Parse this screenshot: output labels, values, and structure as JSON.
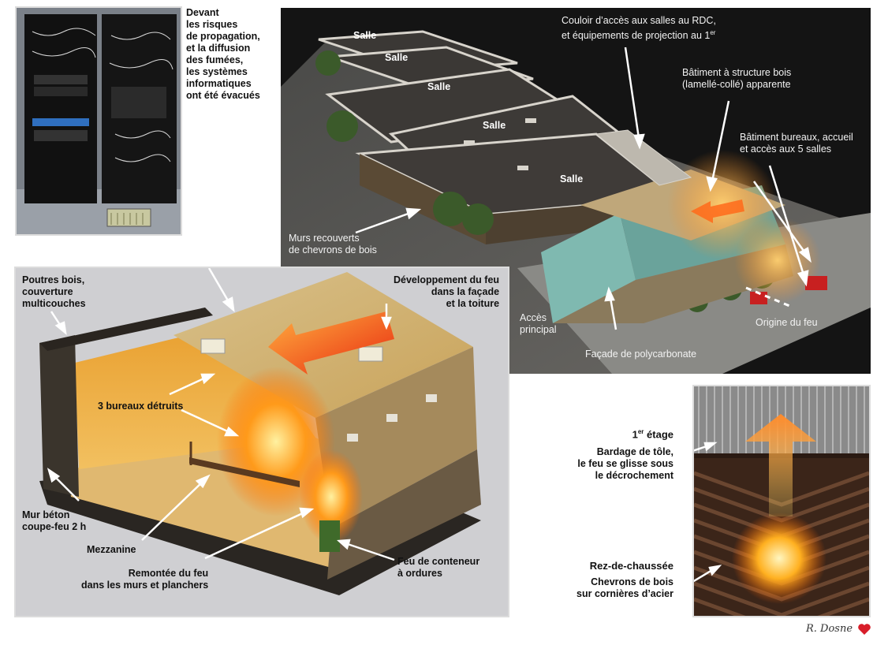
{
  "server_note": [
    "Devant",
    "les risques",
    "de propagation,",
    "et la diffusion",
    "des fumées,",
    "les systèmes",
    "informatiques",
    "ont été évacués"
  ],
  "top_panel": {
    "salle_labels": [
      "Salle",
      "Salle",
      "Salle",
      "Salle",
      "Salle"
    ],
    "corridor_note": [
      "Couloir d’accès aux salles au RDC,",
      "et équipements de projection au 1"
    ],
    "corridor_sup": "er",
    "wood_note": [
      "Bâtiment à  structure bois",
      "(lamellé-collé) apparente"
    ],
    "offices_note": [
      "Bâtiment bureaux, accueil",
      "et accès aux 5 salles"
    ],
    "walls_note": [
      "Murs recouverts",
      "de chevrons de bois"
    ],
    "main_access": [
      "Accès",
      "principal"
    ],
    "facade_note": "Façade de polycarbonate",
    "fire_origin": "Origine du feu"
  },
  "cutaway": {
    "beams_note": [
      "Poutres bois,",
      "couverture",
      "multicouches"
    ],
    "fire_dev": [
      "Développement du feu",
      "dans la façade",
      "et la toiture"
    ],
    "offices_destroyed": "3 bureaux détruits",
    "concrete_wall": [
      "Mur béton",
      "coupe-feu 2 h"
    ],
    "mezzanine": "Mezzanine",
    "fire_rise": [
      "Remontée du feu",
      "dans les murs et planchers"
    ],
    "bin_fire": [
      "Feu de conteneur",
      "à ordures"
    ]
  },
  "detail": {
    "floor1_title": "1",
    "floor1_sup": "er",
    "floor1_title_rest": " étage",
    "floor1_desc": [
      "Bardage de tôle,",
      "le feu se glisse sous",
      "le décrochement"
    ],
    "ground_title": "Rez-de-chaussée",
    "ground_desc": [
      "Chevrons de bois",
      "sur cornières d’acier"
    ]
  },
  "signature": "R. Dosne",
  "colors": {
    "dark_bg": "#141414",
    "cutaway_bg": "#cfcfd2",
    "fire": "#ff8a1a",
    "arrow_white": "#ffffff"
  }
}
